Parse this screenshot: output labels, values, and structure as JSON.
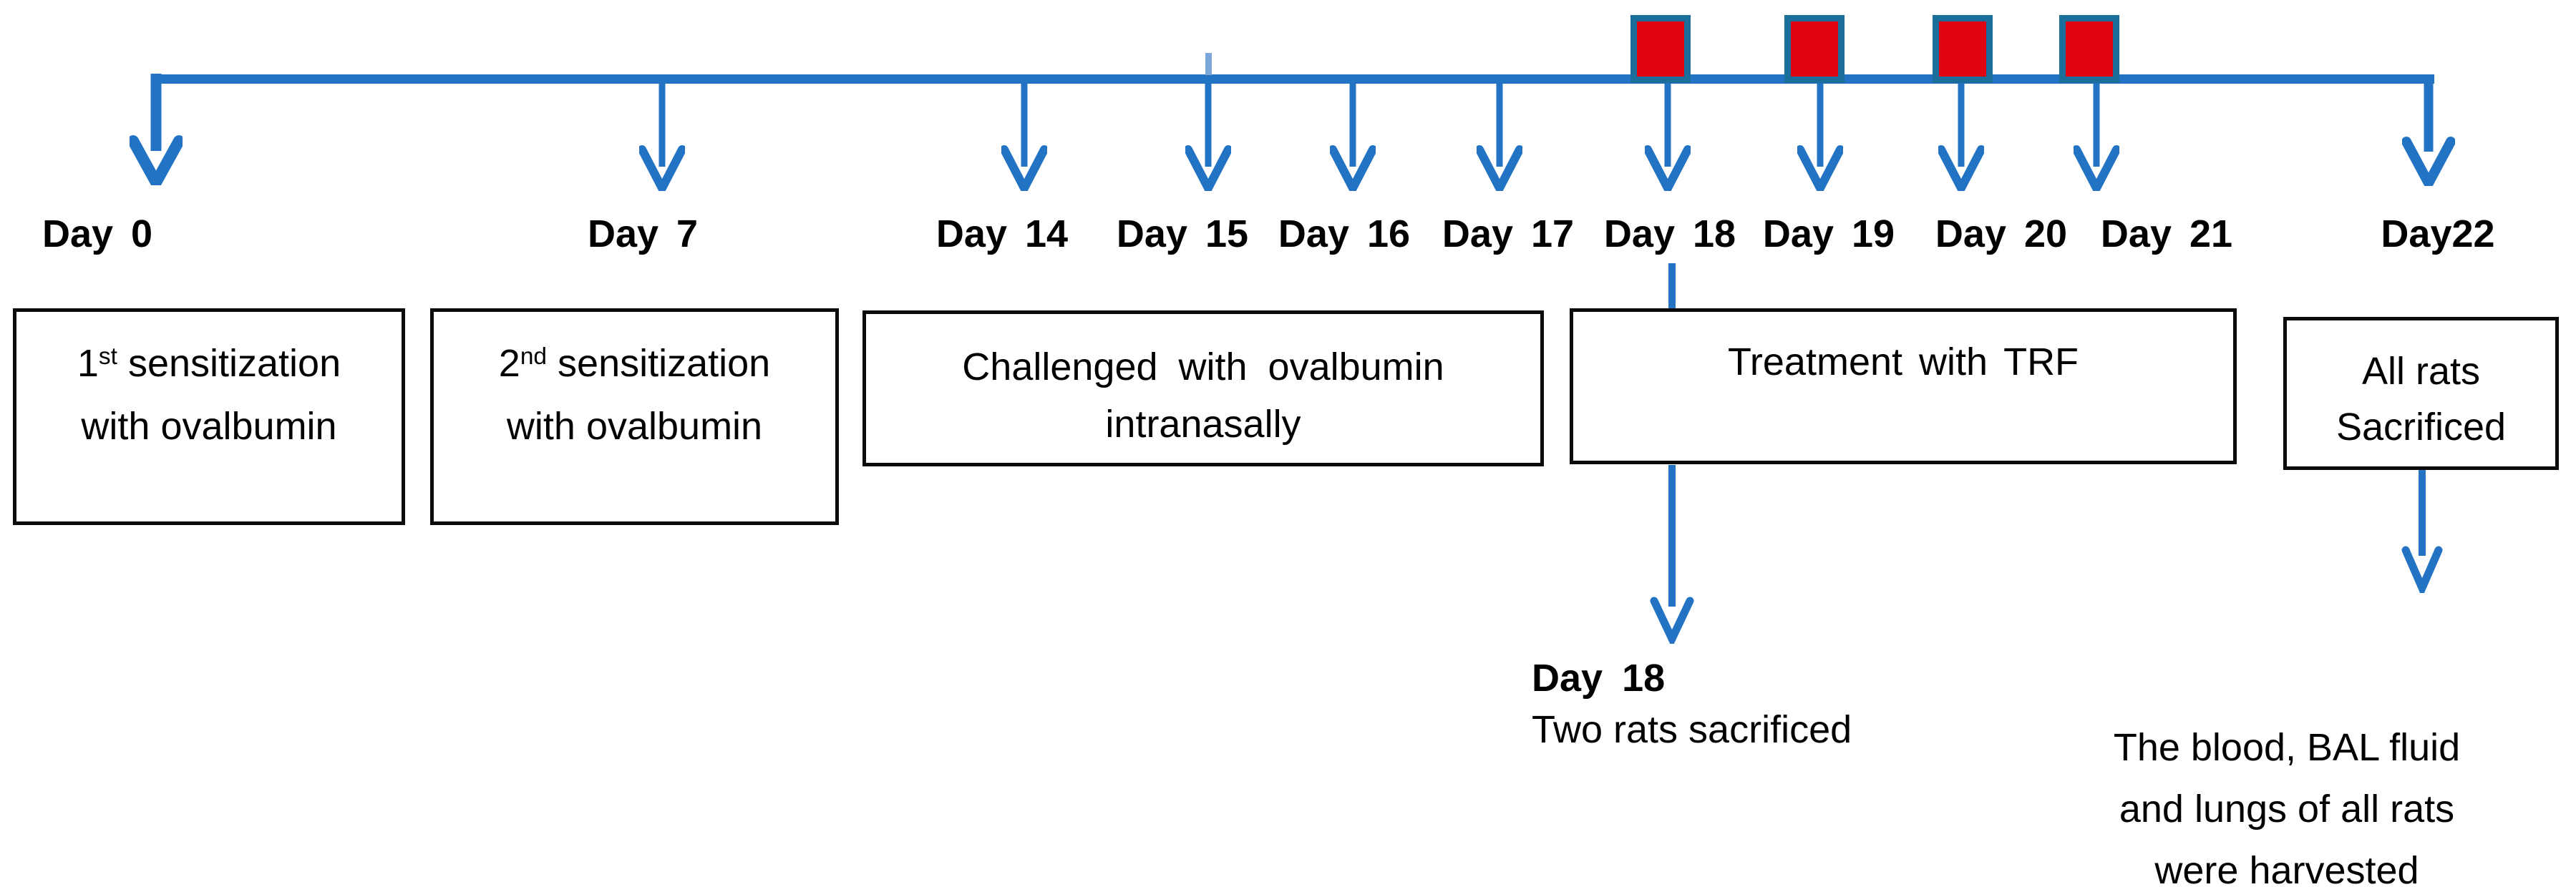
{
  "palette": {
    "timeline_blue": "#2273c3",
    "marker_border_teal": "#1b6d9a",
    "marker_red": "#e00410",
    "text_black": "#000000"
  },
  "timeline": {
    "days": [
      "Day 0",
      "Day 7",
      "Day 14",
      "Day 15",
      "Day 16",
      "Day 17",
      "Day 18",
      "Day 19",
      "Day 20",
      "Day 21",
      "Day22"
    ]
  },
  "boxes": {
    "box1": {
      "num": "1",
      "sup": "st",
      "rest": " sensitization",
      "line2": "with ovalbumin"
    },
    "box2": {
      "num": "2",
      "sup": "nd",
      "rest": " sensitization",
      "line2": "with ovalbumin"
    },
    "box3": {
      "line1": "Challenged with ovalbumin",
      "line2": "intranasally"
    },
    "box4": {
      "line1": "Treatment with TRF"
    },
    "box5": {
      "line1": "All rats",
      "line2": "Sacrificed"
    }
  },
  "annotations": {
    "day18": {
      "title": "Day 18",
      "subtitle": "Two rats sacrificed"
    },
    "harvest": {
      "line1": "The blood, BAL fluid",
      "line2": "and lungs of all rats",
      "line3": "were harvested"
    }
  }
}
